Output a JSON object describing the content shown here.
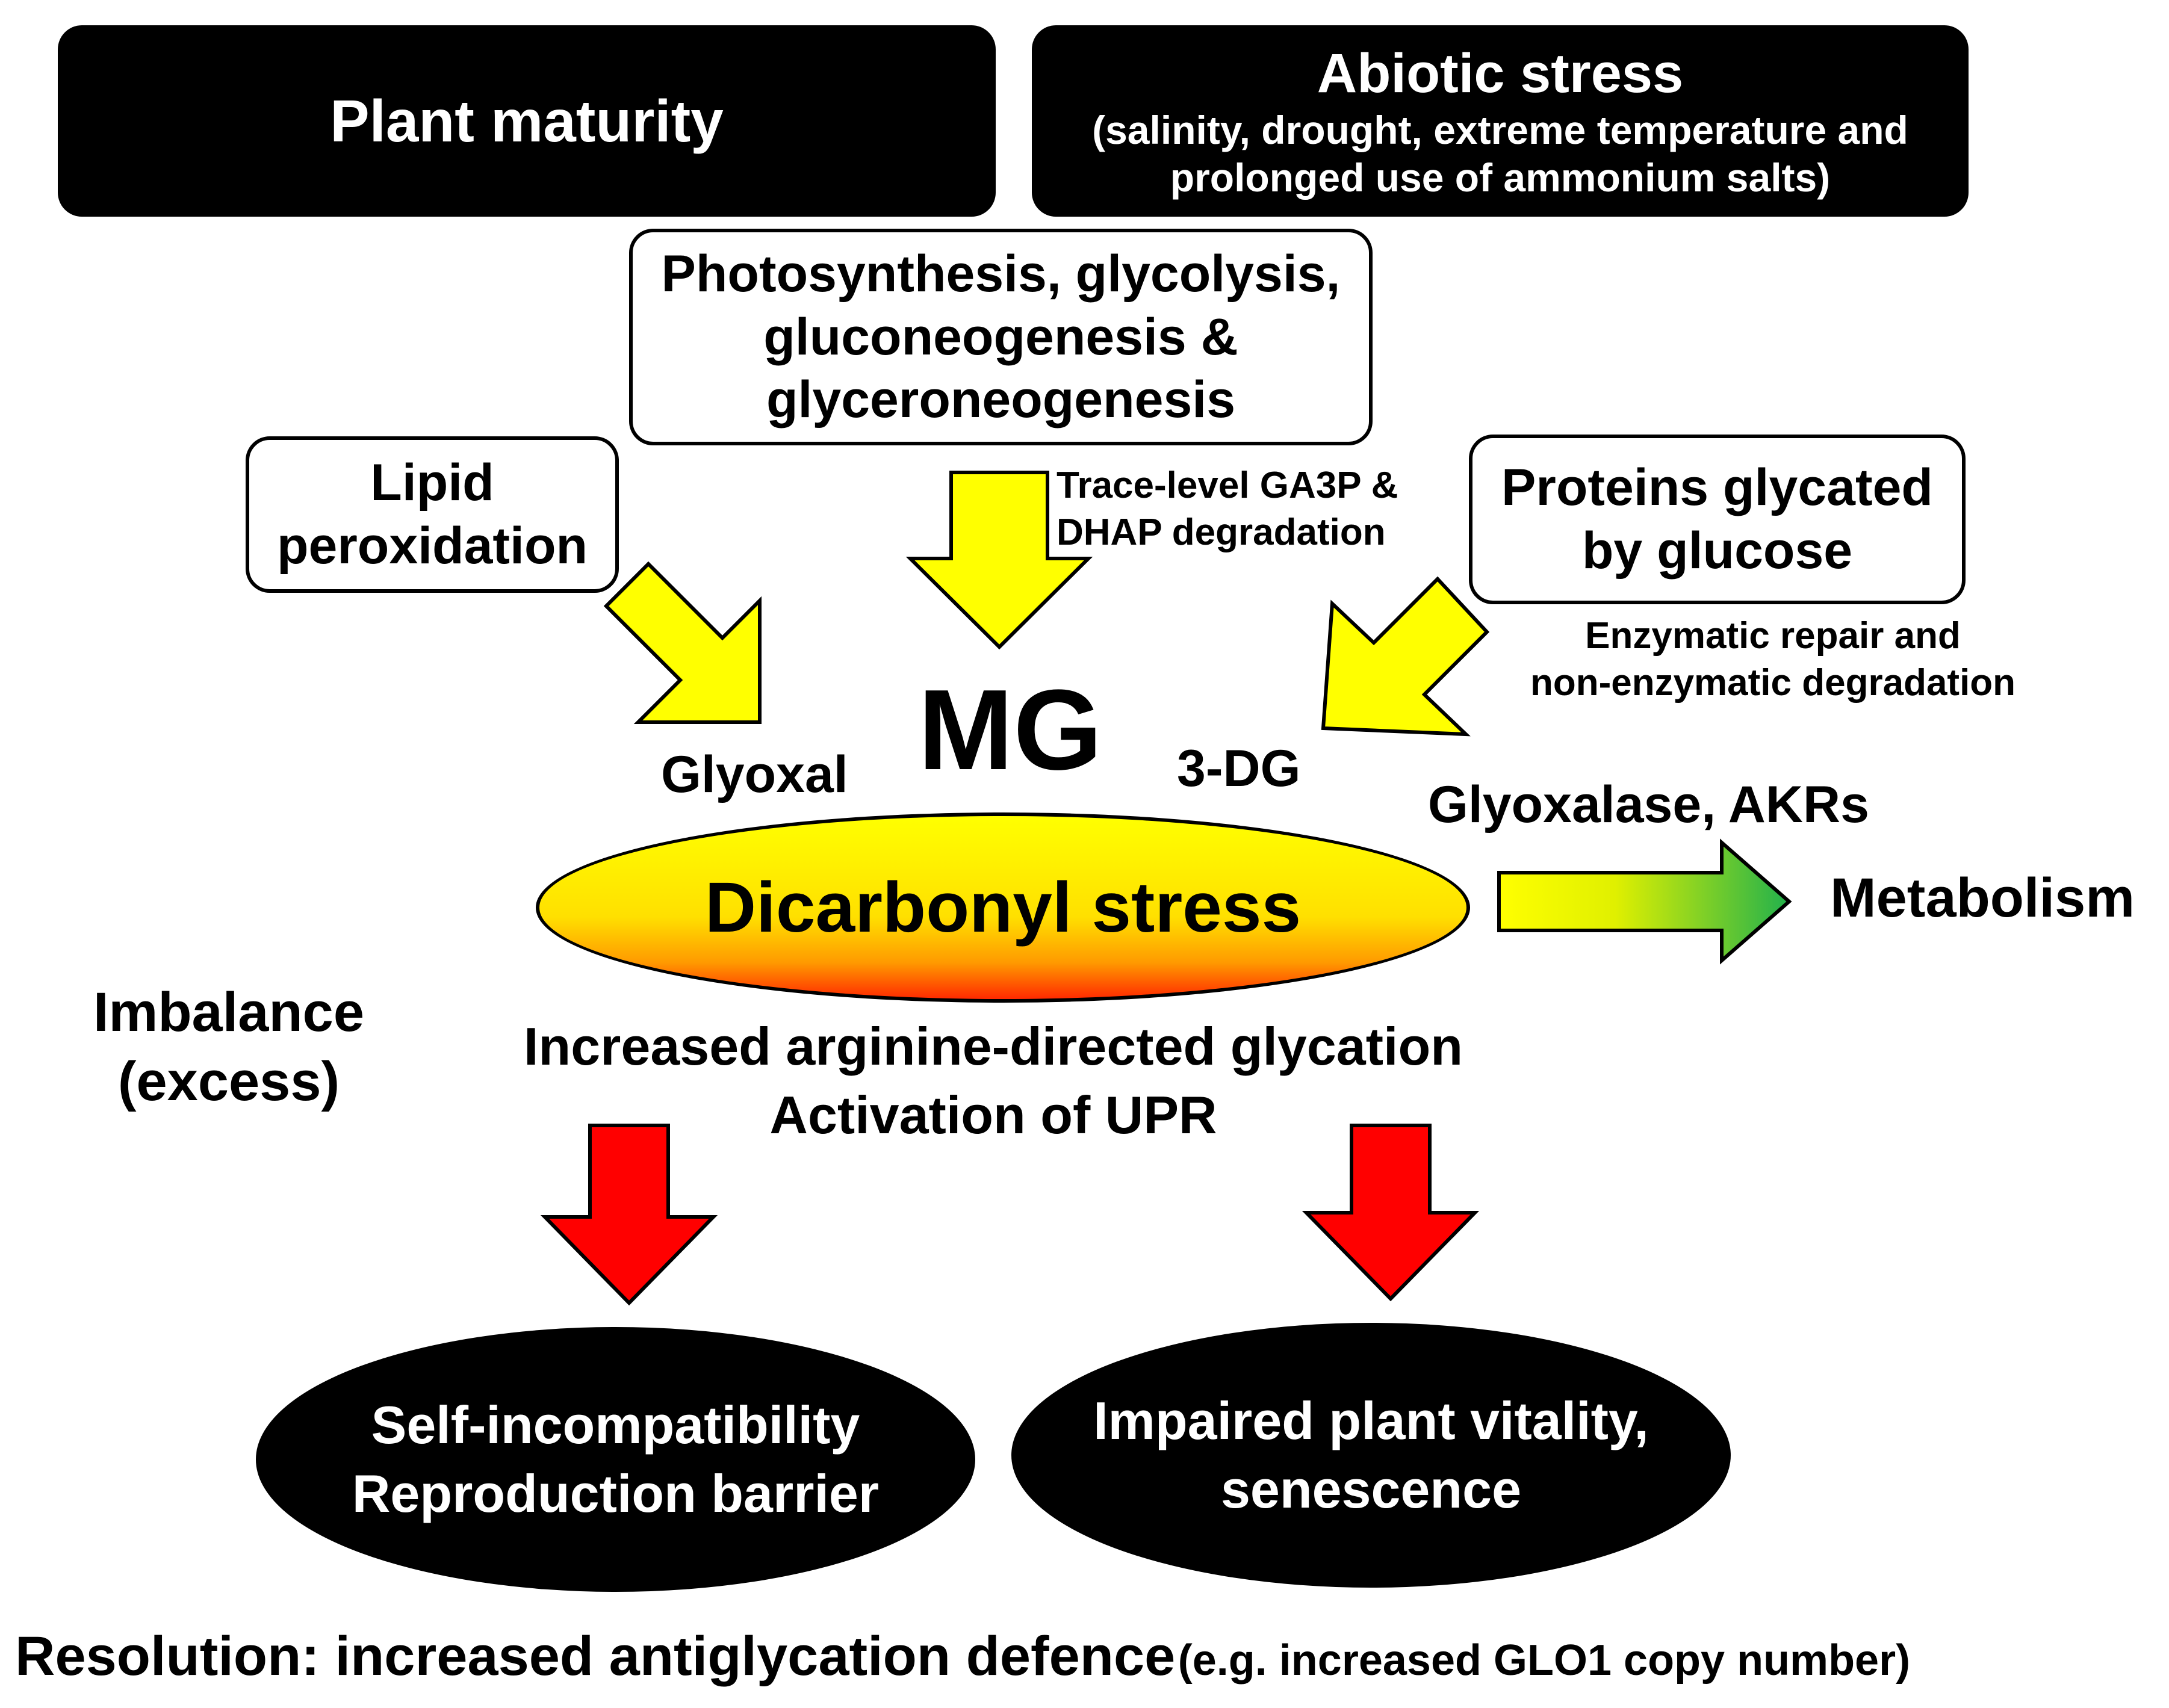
{
  "top_boxes": {
    "plant_maturity": "Plant maturity",
    "abiotic_title": "Abiotic stress",
    "abiotic_line1": "(salinity, drought, extreme temperature and",
    "abiotic_line2": "prolonged use of ammonium salts)"
  },
  "sources": {
    "photosynthesis_line1": "Photosynthesis, glycolysis,",
    "photosynthesis_line2": "gluconeogenesis &",
    "photosynthesis_line3": "glyceroneogenesis",
    "lipid_line1": "Lipid",
    "lipid_line2": "peroxidation",
    "proteins_line1": "Proteins glycated",
    "proteins_line2": "by glucose",
    "trace_line1": "Trace-level GA3P &",
    "trace_line2": "DHAP degradation",
    "enzymatic_line1": "Enzymatic repair and",
    "enzymatic_line2": "non-enzymatic degradation"
  },
  "center": {
    "mg": "MG",
    "glyoxal": "Glyoxal",
    "three_dg": "3-DG",
    "dicarbonyl": "Dicarbonyl stress",
    "glyoxalase": "Glyoxalase, AKRs",
    "metabolism": "Metabolism",
    "imbalance_line1": "Imbalance",
    "imbalance_line2": "(excess)",
    "increased_glycation": "Increased arginine-directed glycation",
    "upr": "Activation of UPR"
  },
  "outcomes": {
    "left_line1": "Self-incompatibility",
    "left_line2": "Reproduction barrier",
    "right_line1": "Impaired plant vitality,",
    "right_line2": "senescence"
  },
  "resolution": {
    "main": "Resolution: increased antiglycation defence",
    "note": "(e.g. increased GLO1 copy number)"
  },
  "colors": {
    "yellow_arrow": "#FFFF00",
    "red_arrow": "#FF0000",
    "ellipse_top": "#FFFF00",
    "ellipse_bottom": "#FF2A00",
    "metabolism_arrow_end": "#22B14C",
    "black_box": "#000000"
  }
}
